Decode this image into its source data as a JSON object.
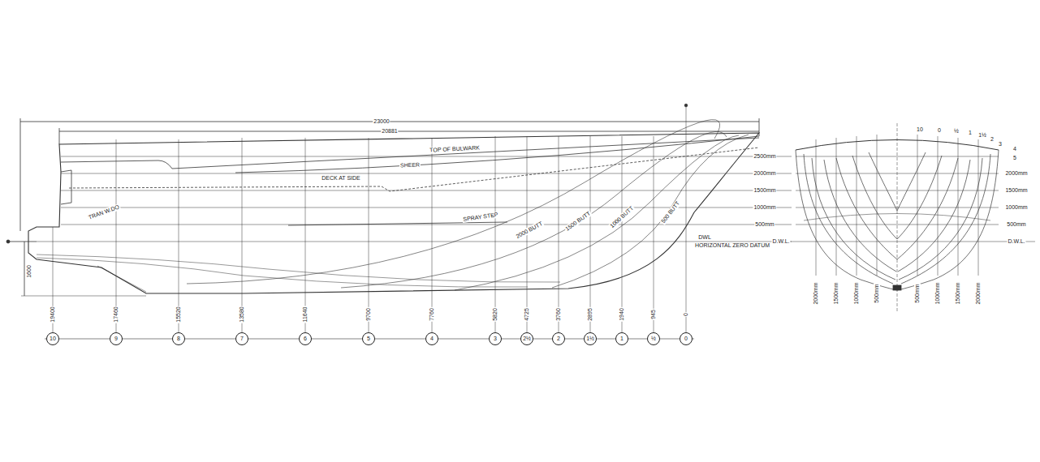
{
  "diagram": {
    "nodes": [
      {
        "text": [
          "10"
        ]
      },
      {
        "text": [
          "9"
        ]
      },
      {
        "text": [
          "8"
        ]
      },
      {
        "text": [
          "7"
        ]
      },
      {
        "text": [
          "6"
        ]
      },
      {
        "text": [
          "5"
        ]
      },
      {
        "text": [
          "4"
        ]
      },
      {
        "text": [
          "3"
        ]
      },
      {
        "text": [
          "2½"
        ]
      },
      {
        "text": [
          "2"
        ]
      },
      {
        "text": [
          "1½"
        ]
      },
      {
        "text": [
          "1"
        ]
      },
      {
        "text": [
          "½"
        ]
      },
      {
        "text": [
          "0"
        ]
      }
    ],
    "labels": [
      "23000",
      "20881",
      "TOP OF BULWARK",
      "SHEER",
      "DECK AT SIDE",
      "TRAN W.DO",
      "SPRAY STEP",
      "2000 BUTT",
      "1500 BUTT",
      "1000 BUTT",
      "500 BUTT",
      "2500mm",
      "2000mm",
      "1500mm",
      "1000mm",
      "500mm",
      "DWL",
      "HORIZONTAL ZERO DATUM",
      "D.W.L.",
      "D.W.L.",
      "1600",
      "19400",
      "17460",
      "15520",
      "13580",
      "11640",
      "9700",
      "7760",
      "5820",
      "4725",
      "3760",
      "2895",
      "1940",
      "945",
      "0",
      "10",
      "0",
      "½",
      "1",
      "1½",
      "2",
      "3",
      "4",
      "5",
      "2000mm",
      "1500mm",
      "1000mm",
      "500mm",
      "2000mm",
      "1500mm",
      "1000mm",
      "500mm",
      "500mm",
      "1000mm",
      "1500mm",
      "2000mm"
    ]
  }
}
